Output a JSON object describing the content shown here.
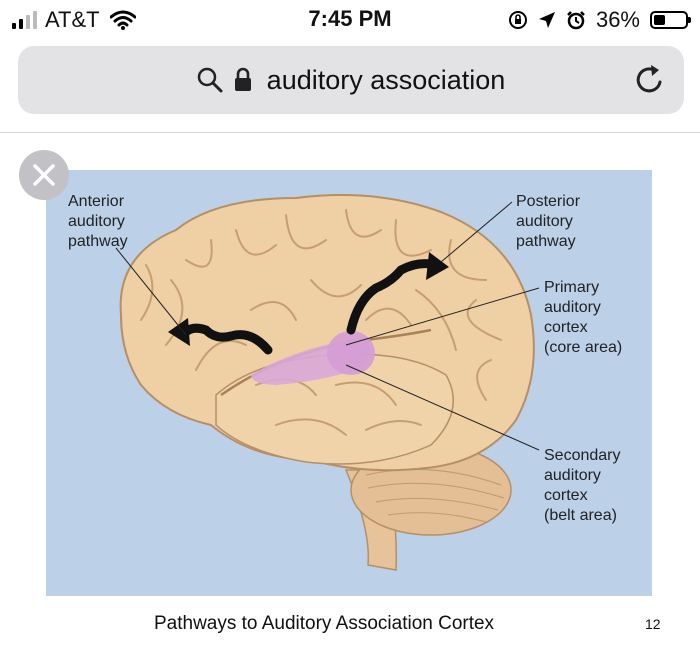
{
  "status_bar": {
    "carrier": "AT&T",
    "time": "7:45 PM",
    "battery": "36%",
    "battery_level": 0.36
  },
  "address_bar": {
    "query": "auditory association"
  },
  "figure": {
    "labels": {
      "anterior": [
        "Anterior",
        "auditory",
        "pathway"
      ],
      "posterior": [
        "Posterior",
        "auditory",
        "pathway"
      ],
      "primary": [
        "Primary",
        "auditory",
        "cortex",
        "(core area)"
      ],
      "secondary": [
        "Secondary",
        "auditory",
        "cortex",
        "(belt area)"
      ]
    },
    "caption": "Pathways to Auditory Association Cortex",
    "page_number": "12"
  },
  "colors": {
    "figure_background": "#bcd0e8",
    "brain": "#efcfa4",
    "auditory_cortex": "#d9a7d8"
  }
}
